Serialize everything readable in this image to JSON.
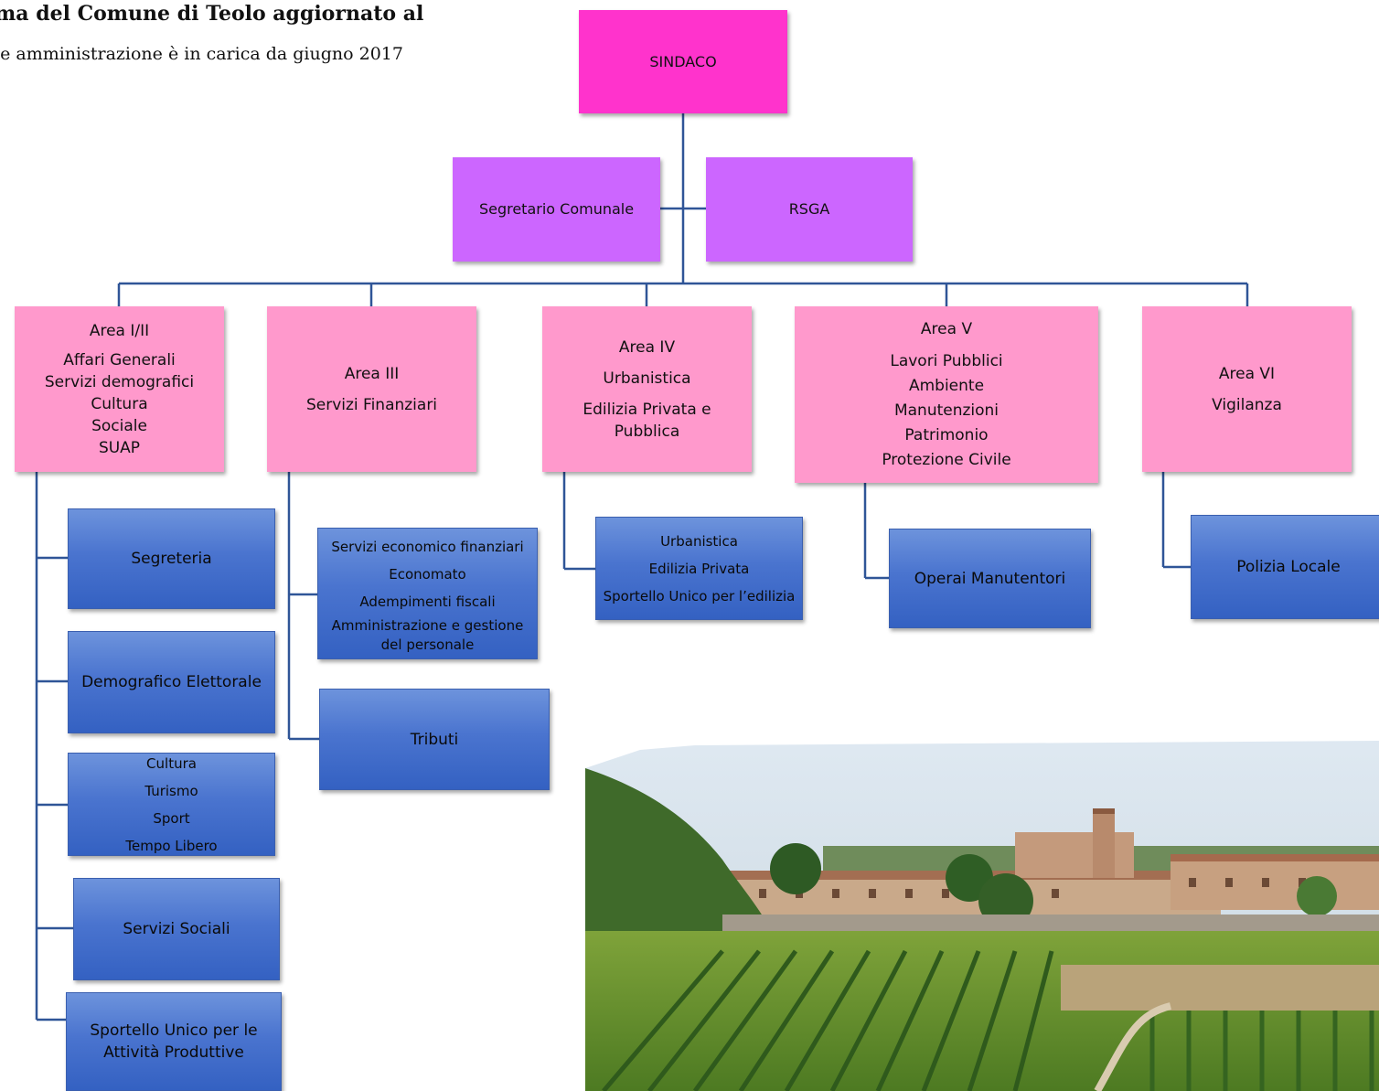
{
  "header": {
    "title": "ma del Comune di Teolo aggiornato al",
    "subtitle": "le amministrazione è in carica da giugno 2017"
  },
  "top": {
    "sindaco": "SINDACO",
    "segretario": "Segretario Comunale",
    "rsga": "RSGA"
  },
  "areas": [
    {
      "lines": [
        "Area I/II",
        "Affari Generali",
        "Servizi demografici",
        "Cultura",
        "Sociale",
        "SUAP"
      ]
    },
    {
      "lines": [
        "Area III",
        "Servizi Finanziari"
      ]
    },
    {
      "lines": [
        "Area IV",
        "Urbanistica",
        "Edilizia Privata e",
        "Pubblica"
      ]
    },
    {
      "lines": [
        "Area V",
        "Lavori Pubblici",
        "Ambiente",
        "Manutenzioni",
        "Patrimonio",
        "Protezione Civile"
      ]
    },
    {
      "lines": [
        "Area VI",
        "Vigilanza"
      ]
    }
  ],
  "units": {
    "area1": [
      {
        "lines": [
          "Segreteria"
        ]
      },
      {
        "lines": [
          "Demografico Elettorale"
        ]
      },
      {
        "lines": [
          "Cultura",
          "Turismo",
          "Sport",
          "Tempo Libero"
        ]
      },
      {
        "lines": [
          "Servizi Sociali"
        ]
      },
      {
        "lines": [
          "Sportello Unico per le",
          "Attività Produttive"
        ]
      }
    ],
    "area3": [
      {
        "lines": [
          "Servizi economico finanziari",
          "Economato",
          "Adempimenti fiscali",
          "Amministrazione e gestione",
          "del personale"
        ]
      },
      {
        "lines": [
          "Tributi"
        ]
      }
    ],
    "area4": [
      {
        "lines": [
          "Urbanistica",
          "Edilizia Privata",
          "Sportello Unico per l’edilizia"
        ]
      }
    ],
    "area5": [
      {
        "lines": [
          "Operai Manutentori"
        ]
      }
    ],
    "area6": [
      {
        "lines": [
          "Polizia Locale"
        ]
      }
    ]
  },
  "colors": {
    "line": "#2f5597",
    "sindaco": "#ff33cc",
    "staff": "#cc66ff",
    "area": "#ff99cc",
    "unit": "#4a74cf"
  }
}
